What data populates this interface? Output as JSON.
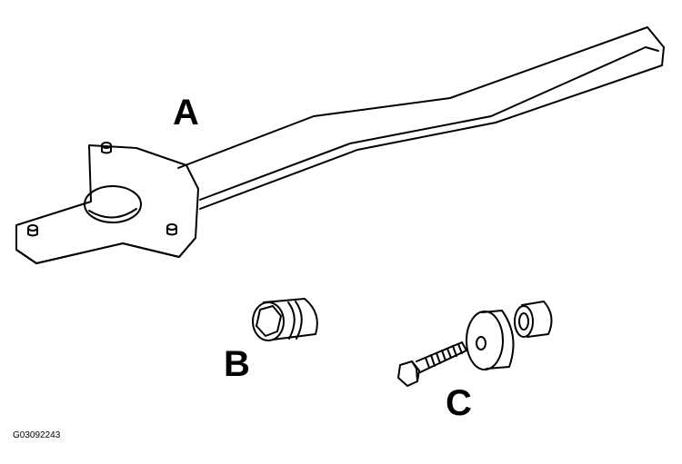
{
  "callouts": {
    "a": "A",
    "b": "B",
    "c": "C"
  },
  "figure_id": "G03092243",
  "colors": {
    "line": "#000000",
    "background": "#ffffff"
  }
}
